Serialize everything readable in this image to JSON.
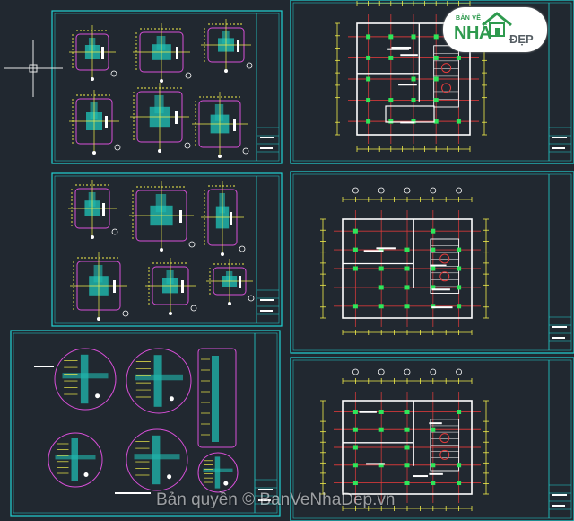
{
  "watermark": {
    "text": "Bản quyền © BanVeNhaDep.vn"
  },
  "logo": {
    "small": "BẢN VẼ",
    "big": "NHÀ",
    "suffix": "ĐẸP",
    "icon": "house-icon",
    "color": "#2e9a4e"
  },
  "colors": {
    "background": "#212830",
    "frame": "#22d3d3",
    "detail_outline": "#d84fd8",
    "core": "#1fbab0",
    "dims": "#f2ee4a",
    "grid_red": "#e23b3b",
    "node_green": "#2ee65a",
    "text_white": "#ffffff"
  },
  "cursor": {
    "icon": "crosshair-cursor-icon"
  }
}
